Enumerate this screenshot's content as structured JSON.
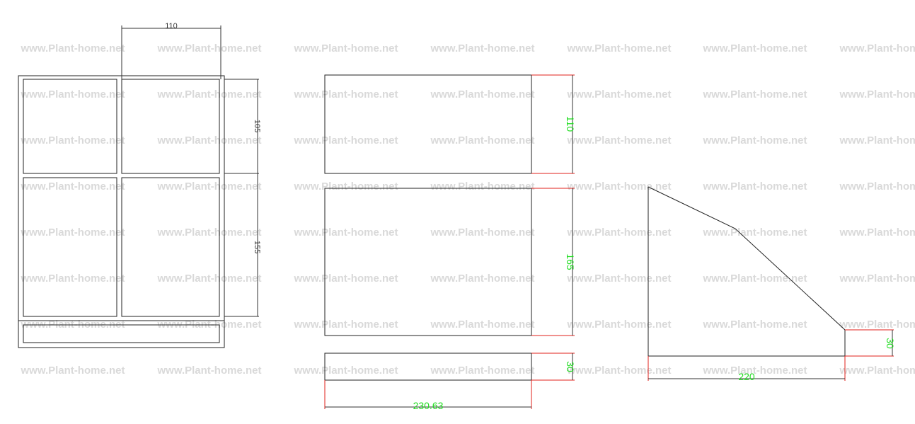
{
  "watermark": {
    "text": "www.Plant-home.net"
  },
  "left_view": {
    "dim_top": "110",
    "dim_right_upper": "105",
    "dim_right_lower": "155"
  },
  "middle_view": {
    "dim_upper": "110",
    "dim_middle": "165",
    "dim_lower": "30",
    "dim_bottom": "230.63"
  },
  "right_view": {
    "dim_right": "30",
    "dim_bottom": "220"
  },
  "colors": {
    "dimension_red": "#e0201b",
    "dimension_green": "#22dd22",
    "watermark": "#d9d9d9"
  }
}
